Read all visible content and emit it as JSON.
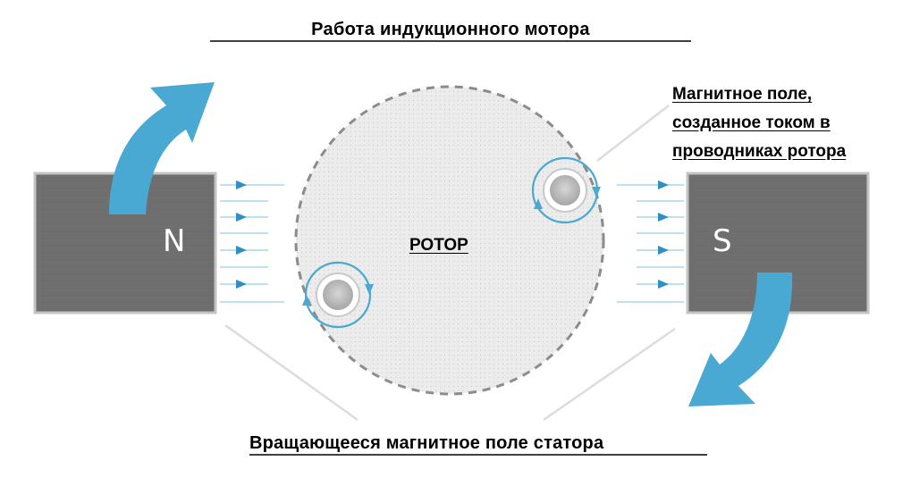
{
  "title": "Работа индукционного мотора",
  "rotor_label": "РОТОР",
  "rotor_field_label": [
    "Магнитное поле,",
    "созданное током в",
    "проводниках ротора"
  ],
  "stator_field_label": "Вращающееся магнитное поле статора",
  "poles": {
    "north": "N",
    "south": "S"
  },
  "colors": {
    "magnet_fill": "#6e6e6e",
    "magnet_border": "#bdbdbd",
    "arrow_blue": "#4aa9d3",
    "field_line": "#a9d6ea",
    "rotor_fill": "#ececec",
    "rotor_border": "#8c8c8c",
    "conductor": "#bdbdbd"
  }
}
